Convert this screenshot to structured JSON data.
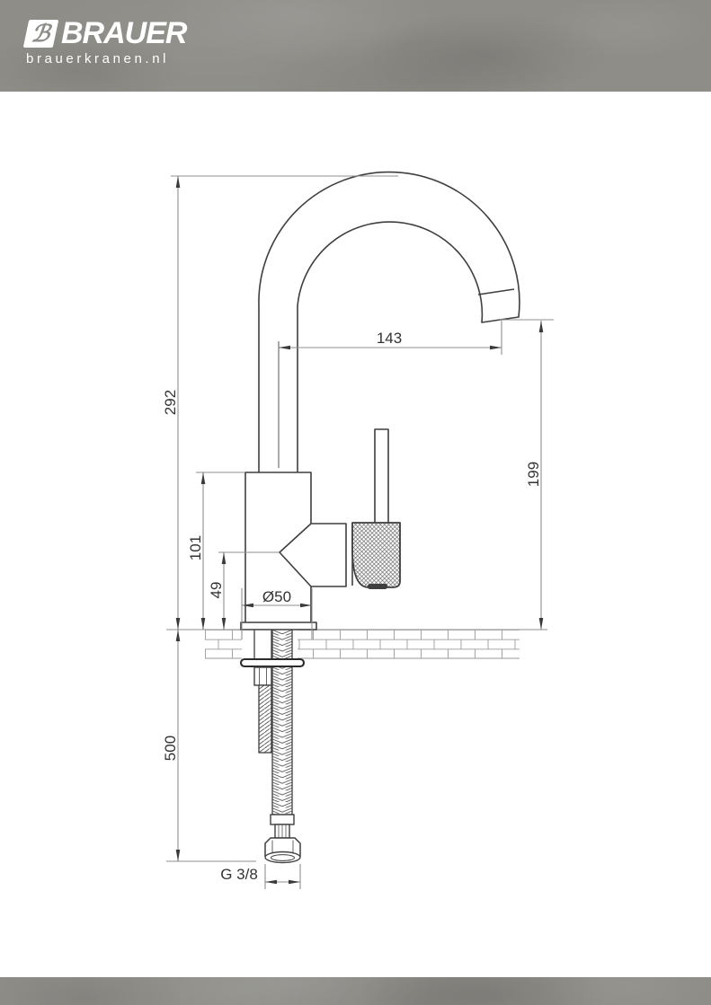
{
  "header": {
    "brand": "BRAUER",
    "domain": "brauerkranen.nl",
    "logo_monogram": "ℬ",
    "bg_color": "#8e8d88",
    "text_color": "#ffffff"
  },
  "footer": {
    "bg_color": "#8e8d88"
  },
  "drawing": {
    "type": "technical-dimension-drawing",
    "subject": "single-lever mixer tap with curved spout, side view, mounted on counter with flexible supply hose",
    "units": "mm",
    "line_color": "#3f3f3f",
    "dim_line_color": "#8f8f8f",
    "dim_text_color": "#333333",
    "dimensions": {
      "spout_reach": {
        "value": "143",
        "orientation": "horizontal"
      },
      "total_height": {
        "value": "292",
        "orientation": "vertical"
      },
      "outlet_height": {
        "value": "199",
        "orientation": "vertical"
      },
      "body_height": {
        "value": "101",
        "orientation": "vertical"
      },
      "handle_height": {
        "value": "49",
        "orientation": "vertical"
      },
      "base_diameter": {
        "value": "Ø50",
        "orientation": "horizontal"
      },
      "hose_length": {
        "value": "500",
        "orientation": "vertical"
      },
      "connection_thread": {
        "value": "G 3/8",
        "orientation": "horizontal"
      }
    }
  }
}
